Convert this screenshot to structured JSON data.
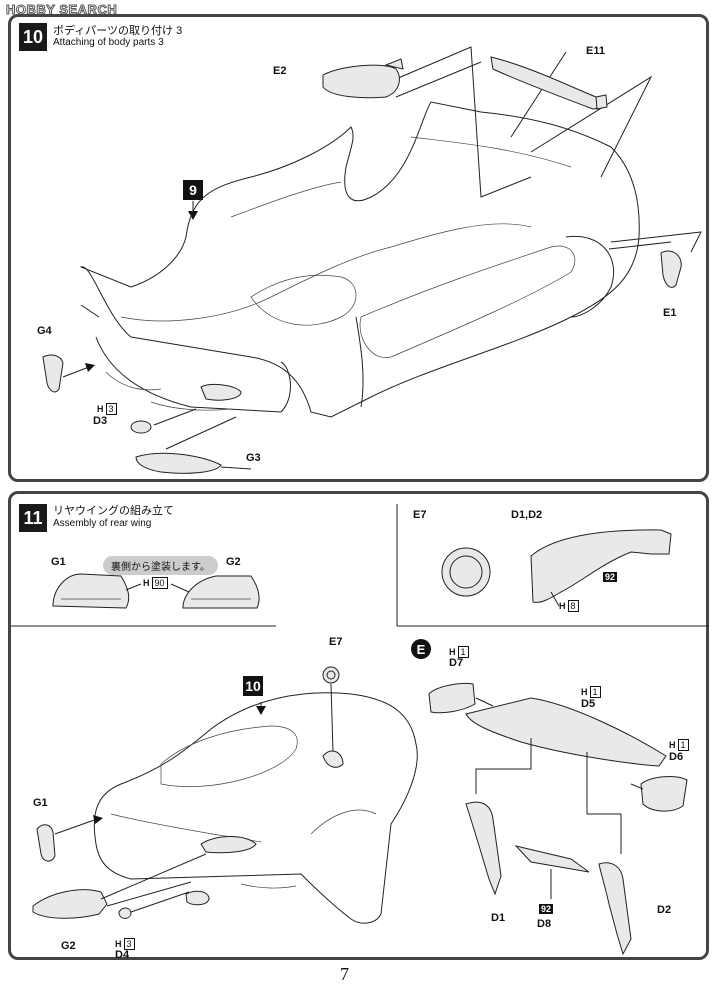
{
  "watermark": "HOBBY SEARCH",
  "page_number": "7",
  "step10": {
    "number": "10",
    "title_jp": "ボディパーツの取り付け 3",
    "title_en": "Attaching of body parts 3",
    "ref_step": "9",
    "labels": {
      "e2": "E2",
      "e11": "E11",
      "e1": "E1",
      "g4": "G4",
      "d3": "D3",
      "g3": "G3"
    },
    "h3_code": "H",
    "h3_value": "3"
  },
  "step11": {
    "number": "11",
    "title_jp": "リヤウイングの組み立て",
    "title_en": "Assembly of rear wing",
    "note_jp": "裏側から塗装します。",
    "labels": {
      "g1": "G1",
      "g2": "G2",
      "e7": "E7",
      "d1d2": "D1,D2",
      "ref_step": "10",
      "g1b": "G1",
      "g2b": "G2",
      "d4": "D4",
      "d7": "D7",
      "d5": "D5",
      "d6": "D6",
      "d1": "D1",
      "d2": "D2",
      "d8": "D8",
      "subassembly": "E"
    },
    "h_codes": {
      "h90": "90",
      "h8": "8",
      "h3": "3",
      "h1a": "1",
      "h1b": "1",
      "h1c": "1",
      "h_prefix": "H"
    },
    "paint_codes": {
      "c92a": "92",
      "c92b": "92"
    }
  }
}
